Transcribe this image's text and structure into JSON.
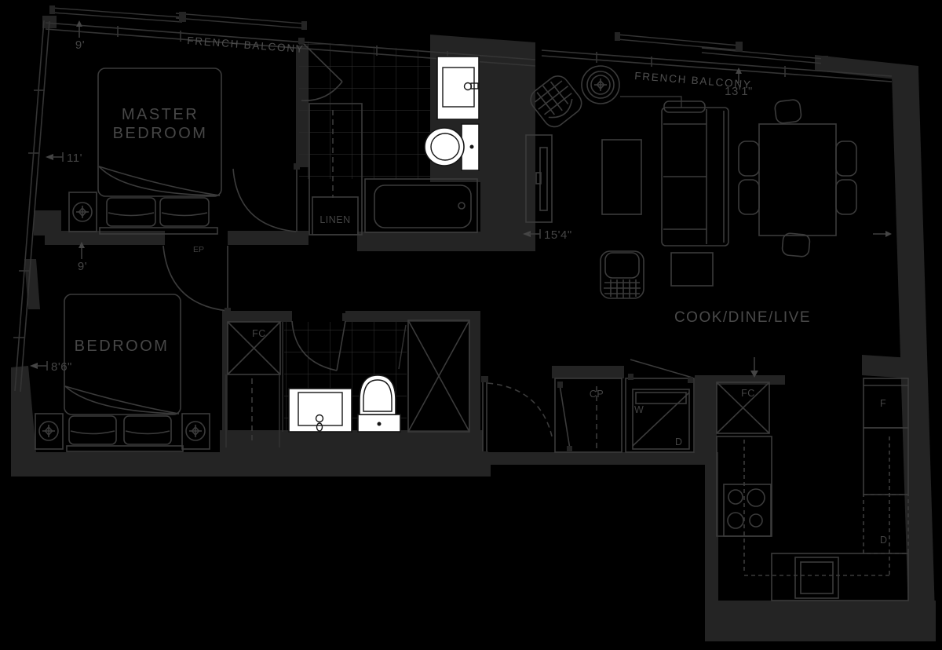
{
  "colors": {
    "background": "#000000",
    "wall": "#242424",
    "linework": "#3b3b3b",
    "label_text": "#4a4a4a",
    "fixture_fill": "#ffffff",
    "tile_line": "#2c2c2c"
  },
  "rooms": {
    "master1": "MASTER",
    "master2": "BEDROOM",
    "bedroom": "BEDROOM",
    "living": "COOK/DINE/LIVE"
  },
  "balcony": {
    "left": "FRENCH BALCONY",
    "right": "FRENCH BALCONY"
  },
  "dims": {
    "master_w": "9'",
    "master_d": "11'",
    "bedroom_d": "9'",
    "bedroom_w": "8'6\"",
    "living_w": "15'4\"",
    "living_d": "13'1\""
  },
  "labels": {
    "linen": "LINEN",
    "ep": "EP",
    "fc_bedroom": "FC",
    "fc_kitchen": "FC",
    "cp": "CP",
    "washer": "W",
    "dryer": "D",
    "fridge": "F",
    "dishwasher": "D"
  }
}
